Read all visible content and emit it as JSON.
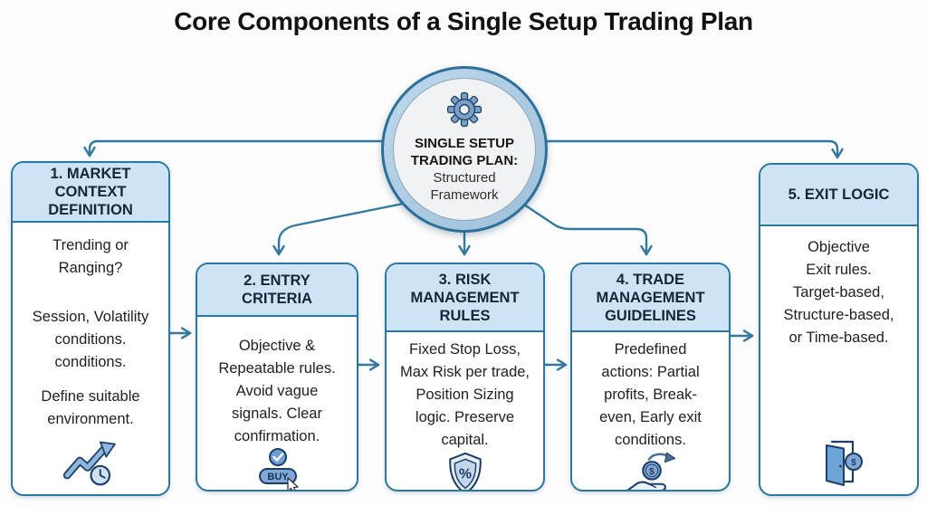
{
  "title": "Core Components of a Single Setup Trading Plan",
  "center": {
    "icon": "gear-icon",
    "heading": "SINGLE SETUP\nTRADING PLAN:",
    "subtitle": "Structured\nFramework"
  },
  "boxes": [
    {
      "id": "market-context-definition",
      "header": "1. MARKET\nCONTEXT\nDEFINITION",
      "paragraphs": [
        "Trending or\nRanging?",
        "Session, Volatility\nconditions.\nconditions.",
        "Define suitable\nenvironment."
      ],
      "icon": "trend-arrow-clock-icon"
    },
    {
      "id": "entry-criteria",
      "header": "2. ENTRY\nCRITERIA",
      "paragraphs": [
        "Objective &\nRepeatable rules.\nAvoid vague\nsignals. Clear\nconfirmation."
      ],
      "icon": "buy-button-icon",
      "icon_label": "BUY"
    },
    {
      "id": "risk-management-rules",
      "header": "3. RISK\nMANAGEMENT\nRULES",
      "paragraphs": [
        "Fixed Stop Loss,\nMax Risk per trade,\nPosition Sizing\nlogic. Preserve\ncapital."
      ],
      "icon": "shield-percent-icon",
      "icon_label": "%"
    },
    {
      "id": "trade-management-guidelines",
      "header": "4. TRADE\nMANAGEMENT\nGUIDELINES",
      "paragraphs": [
        "Predefined\nactions: Partial\nprofits, Break-\neven, Early exit\nconditions."
      ],
      "icon": "hand-coin-icon",
      "icon_label": "$"
    },
    {
      "id": "exit-logic",
      "header": "5. EXIT LOGIC",
      "paragraphs": [
        "Objective\nExit rules.\nTarget-based,\nStructure-based,\nor Time-based."
      ],
      "icon": "door-coin-icon",
      "icon_label": "$"
    }
  ],
  "colors": {
    "accent": "#2878a0",
    "arrow": "#35789e",
    "header_fill": "#cde4f6",
    "circle_ring": "#a9cbe3",
    "circle_inner": "#f1f2f3",
    "icon_blue": "#7fa8d4",
    "icon_outline": "#1d3f66",
    "text": "#212121"
  }
}
